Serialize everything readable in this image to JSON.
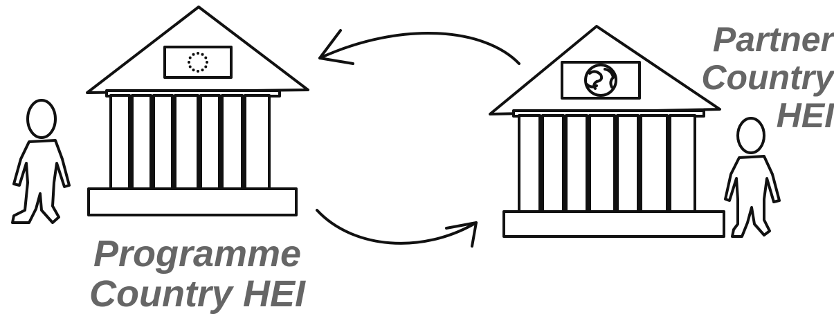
{
  "labels": {
    "programme": {
      "line1": "Programme",
      "line2": "Country HEI"
    },
    "partner": {
      "line1": "Partner",
      "line2": "Country",
      "line3": "HEI"
    }
  },
  "icons": {
    "left_building": "university-building-icon",
    "right_building": "university-building-icon",
    "left_flag": "eu-flag-icon",
    "right_flag": "globe-flag-icon",
    "left_person": "person-icon",
    "right_person": "person-icon",
    "top_arrow": "curved-arrow-left-icon",
    "bottom_arrow": "curved-arrow-right-icon"
  },
  "colors": {
    "stroke": "#111111",
    "label_text": "#666666",
    "background": "#ffffff"
  }
}
